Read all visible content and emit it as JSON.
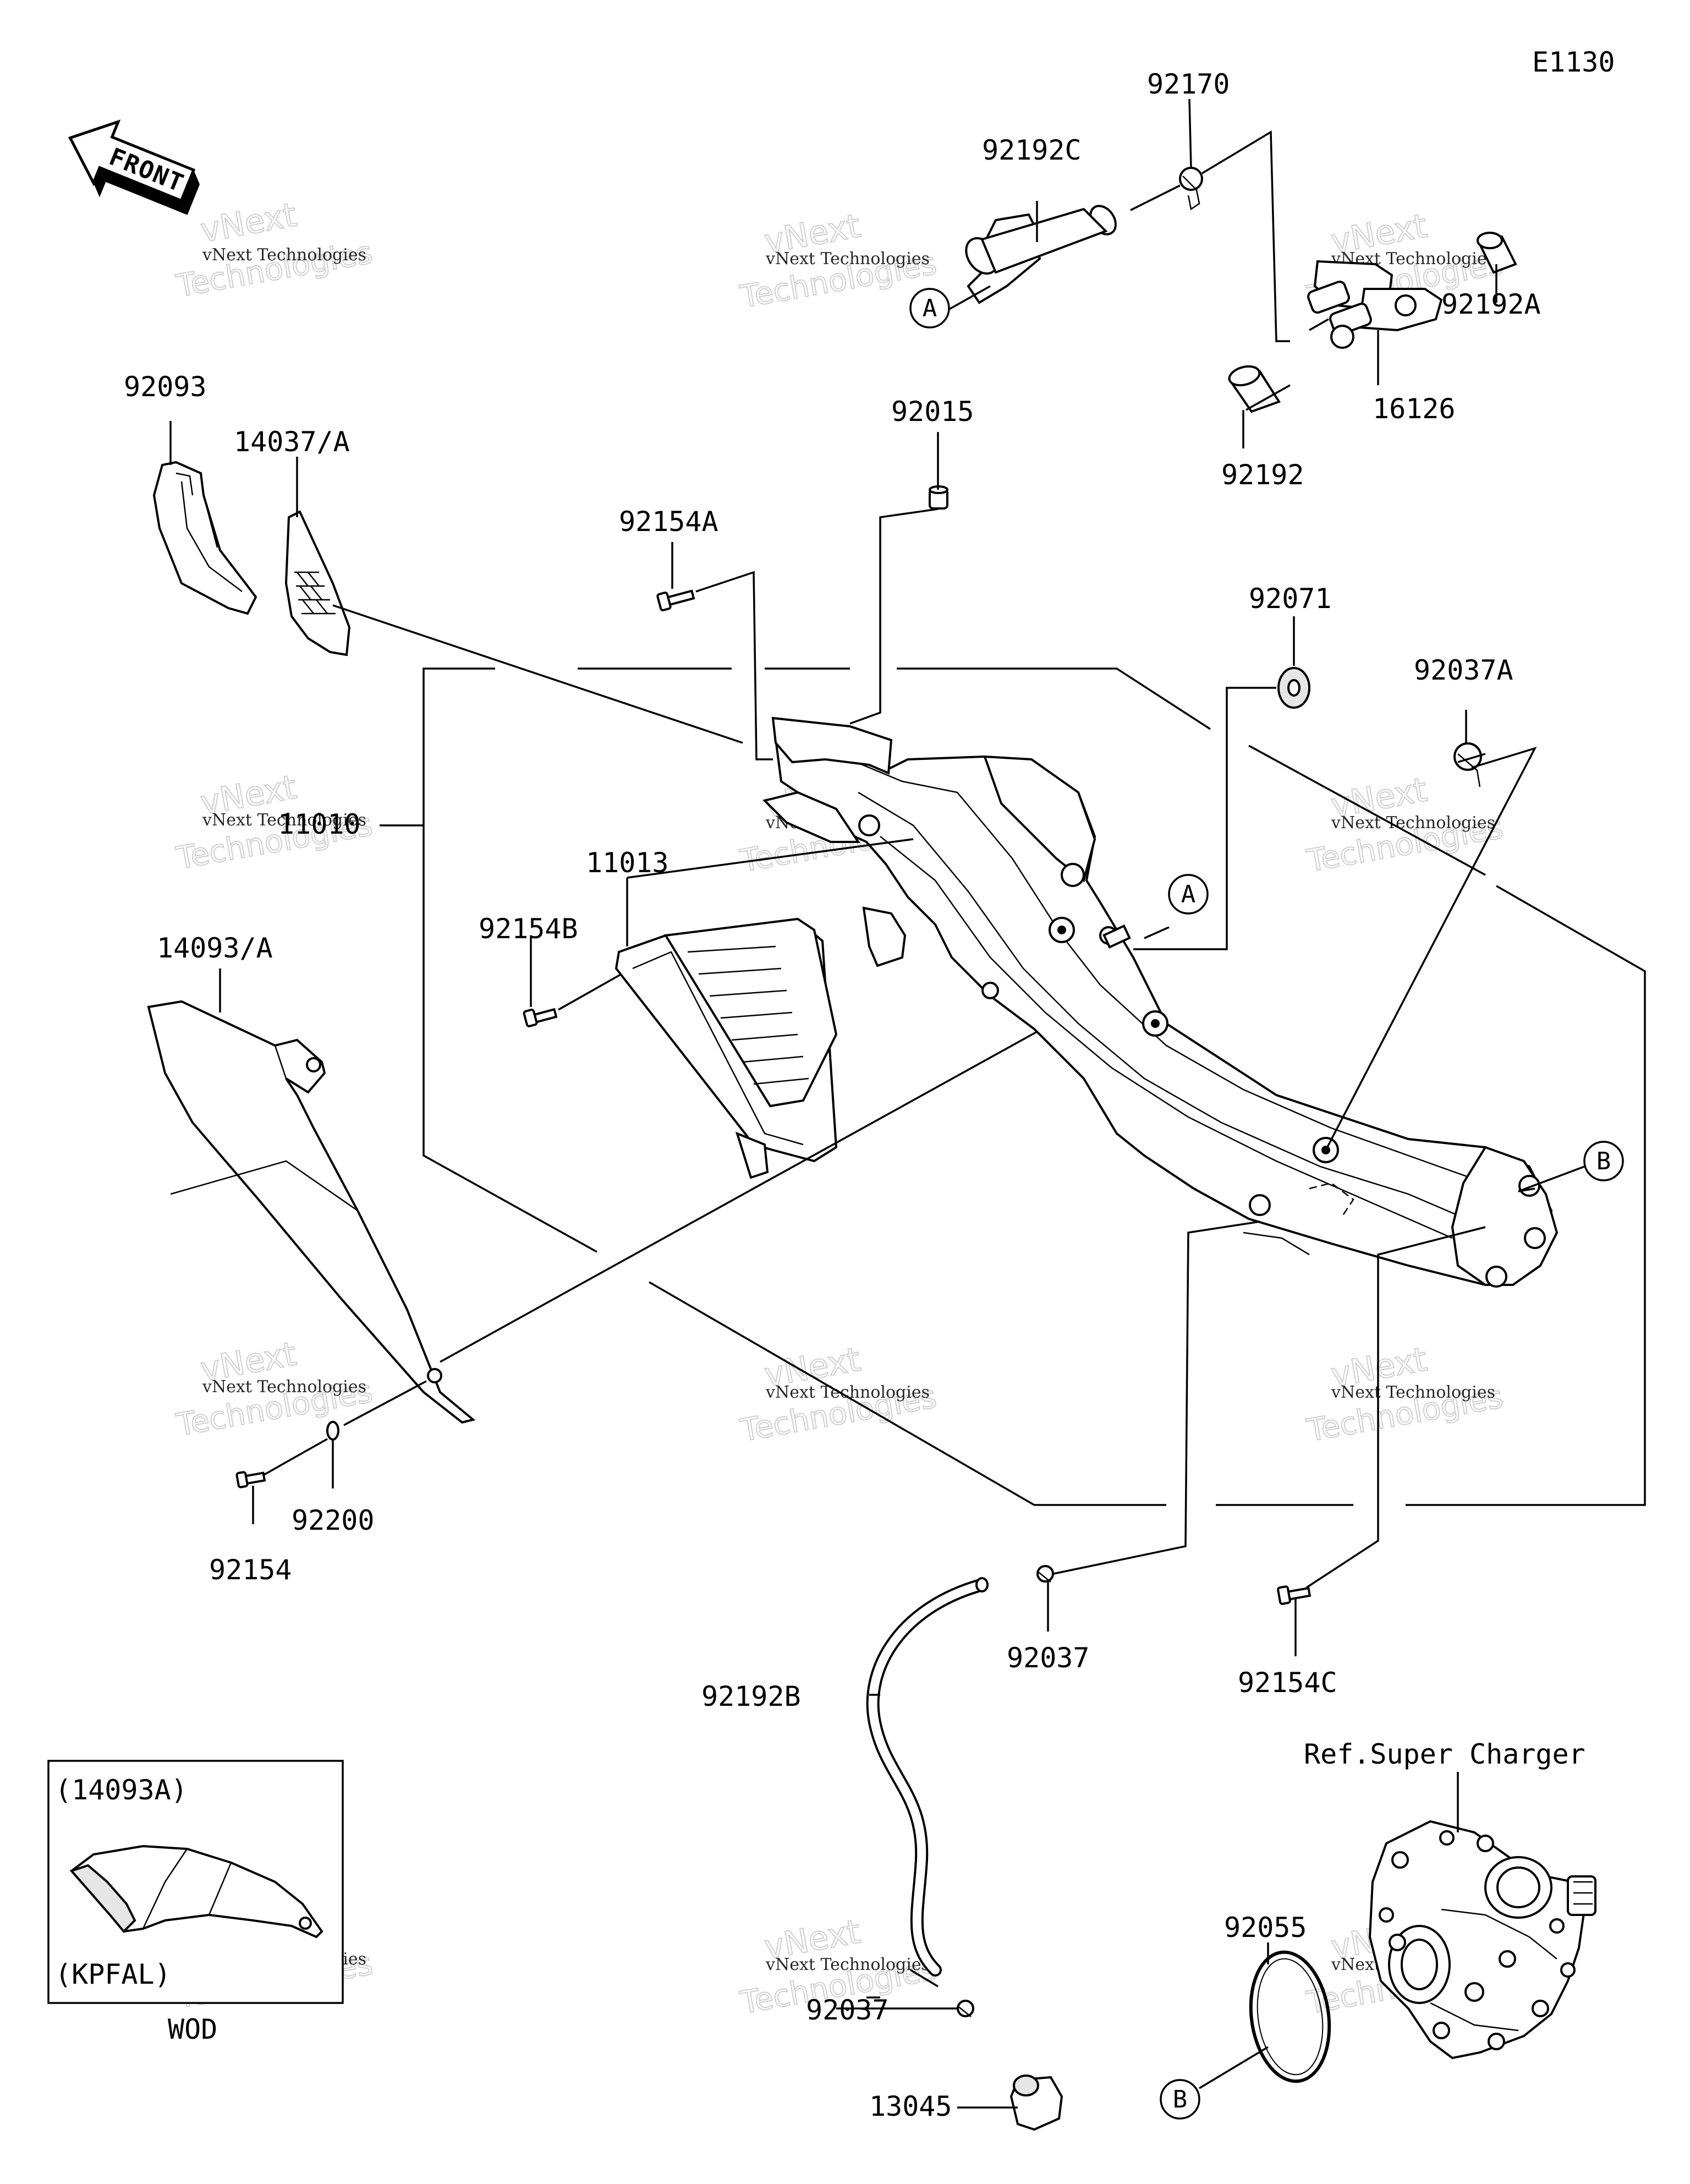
{
  "diagram_id": "E1130",
  "front_label": "FRONT",
  "parts": [
    {
      "key": "p92170",
      "label": "92170"
    },
    {
      "key": "p92192C",
      "label": "92192C"
    },
    {
      "key": "p92192A",
      "label": "92192A"
    },
    {
      "key": "p16126",
      "label": "16126"
    },
    {
      "key": "p92192",
      "label": "92192"
    },
    {
      "key": "p92093",
      "label": "92093"
    },
    {
      "key": "p14037A",
      "label": "14037/A"
    },
    {
      "key": "p92015",
      "label": "92015"
    },
    {
      "key": "p92154A",
      "label": "92154A"
    },
    {
      "key": "p92071",
      "label": "92071"
    },
    {
      "key": "p92037A",
      "label": "92037A"
    },
    {
      "key": "p11010",
      "label": "11010"
    },
    {
      "key": "p11013",
      "label": "11013"
    },
    {
      "key": "p92154B",
      "label": "92154B"
    },
    {
      "key": "p14093A",
      "label": "14093/A"
    },
    {
      "key": "p92200",
      "label": "92200"
    },
    {
      "key": "p92154",
      "label": "92154"
    },
    {
      "key": "p92037",
      "label": "92037"
    },
    {
      "key": "p92154C",
      "label": "92154C"
    },
    {
      "key": "p92192B",
      "label": "92192B"
    },
    {
      "key": "p92037b",
      "label": "92037"
    },
    {
      "key": "p13045",
      "label": "13045"
    },
    {
      "key": "p92055",
      "label": "92055"
    }
  ],
  "reference": "Ref.Super Charger",
  "callouts": {
    "a": "A",
    "b": "B"
  },
  "inset": {
    "top_label": "(14093A)",
    "bottom_label": "(KPFAL)",
    "caption": "WOD"
  },
  "watermark": {
    "line1": "vNext Technologies",
    "line2": "vNext",
    "line3": "Technologies"
  }
}
